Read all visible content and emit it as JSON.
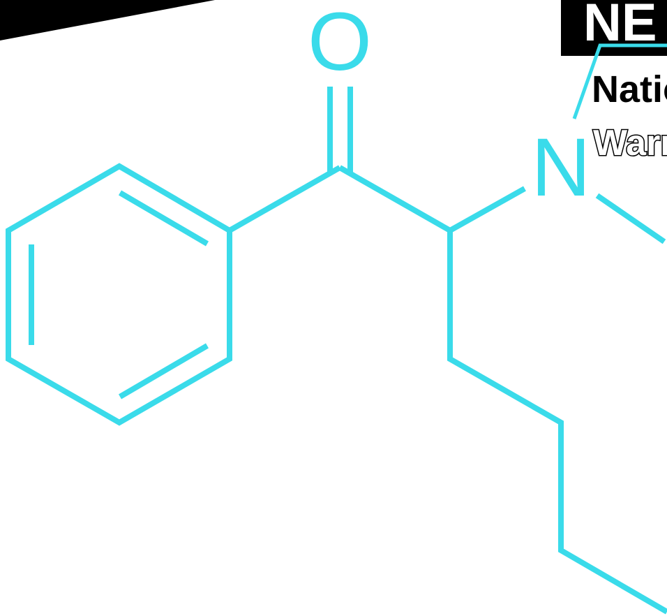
{
  "colors": {
    "bond": "#3adbea",
    "banner_black": "#000000",
    "background": "#ffffff"
  },
  "banner": {
    "logo_text": "NE",
    "line1": "Natio",
    "line2": "Warn"
  },
  "molecule": {
    "atoms": [
      {
        "symbol": "O"
      },
      {
        "symbol": "N"
      }
    ]
  }
}
